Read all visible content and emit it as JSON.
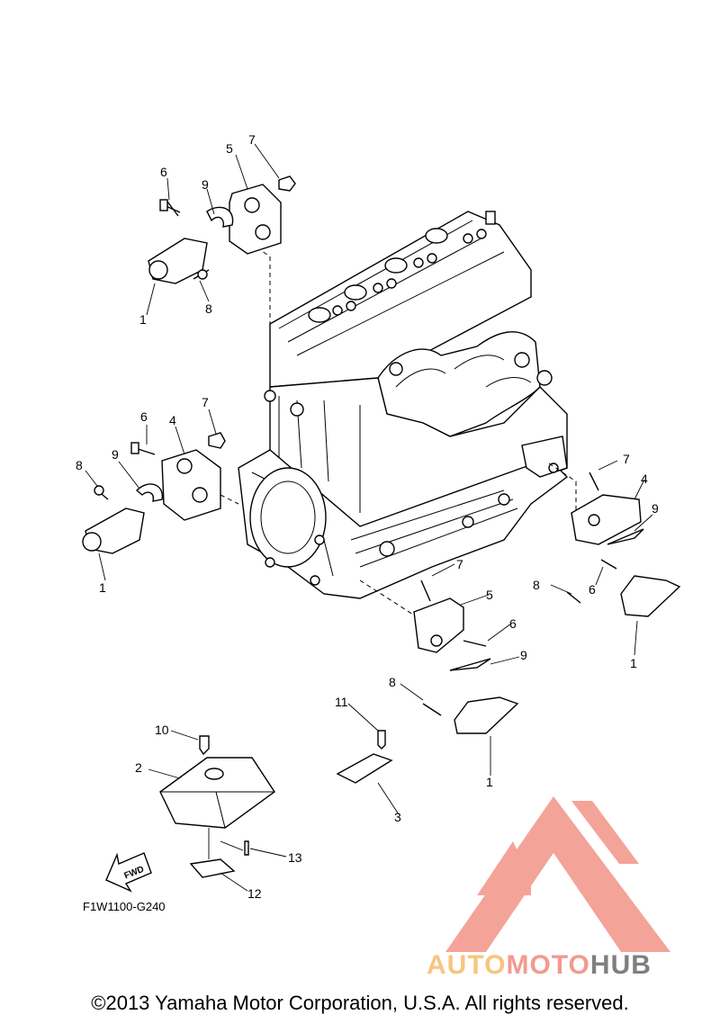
{
  "diagram": {
    "callouts": {
      "c1a": "1",
      "c8a": "8",
      "c6a": "6",
      "c9a": "9",
      "c5a": "5",
      "c7a": "7",
      "c8b": "8",
      "c9b": "9",
      "c6b": "6",
      "c4b": "4",
      "c7b": "7",
      "c1b": "1",
      "c7c": "7",
      "c4c": "4",
      "c9c": "9",
      "c6c": "6",
      "c8c": "8",
      "c1c": "1",
      "c7d": "7",
      "c5d": "5",
      "c6d": "6",
      "c9d": "9",
      "c8d": "8",
      "c1d": "1",
      "c10": "10",
      "c2": "2",
      "c11": "11",
      "c3": "3",
      "c13": "13",
      "c12": "12"
    },
    "fwd_label": "FWD",
    "code": "F1W1100-G240"
  },
  "watermark": {
    "part1": "AUTO",
    "part2": "MOTO",
    "part3": "HUB",
    "colors": {
      "auto": "#f7c57f",
      "moto": "#f39a8f",
      "hub": "#7f7f7f",
      "triangle": "#f39a8f"
    }
  },
  "footer": {
    "copyright": "©2013 Yamaha Motor Corporation, U.S.A. All rights reserved."
  }
}
